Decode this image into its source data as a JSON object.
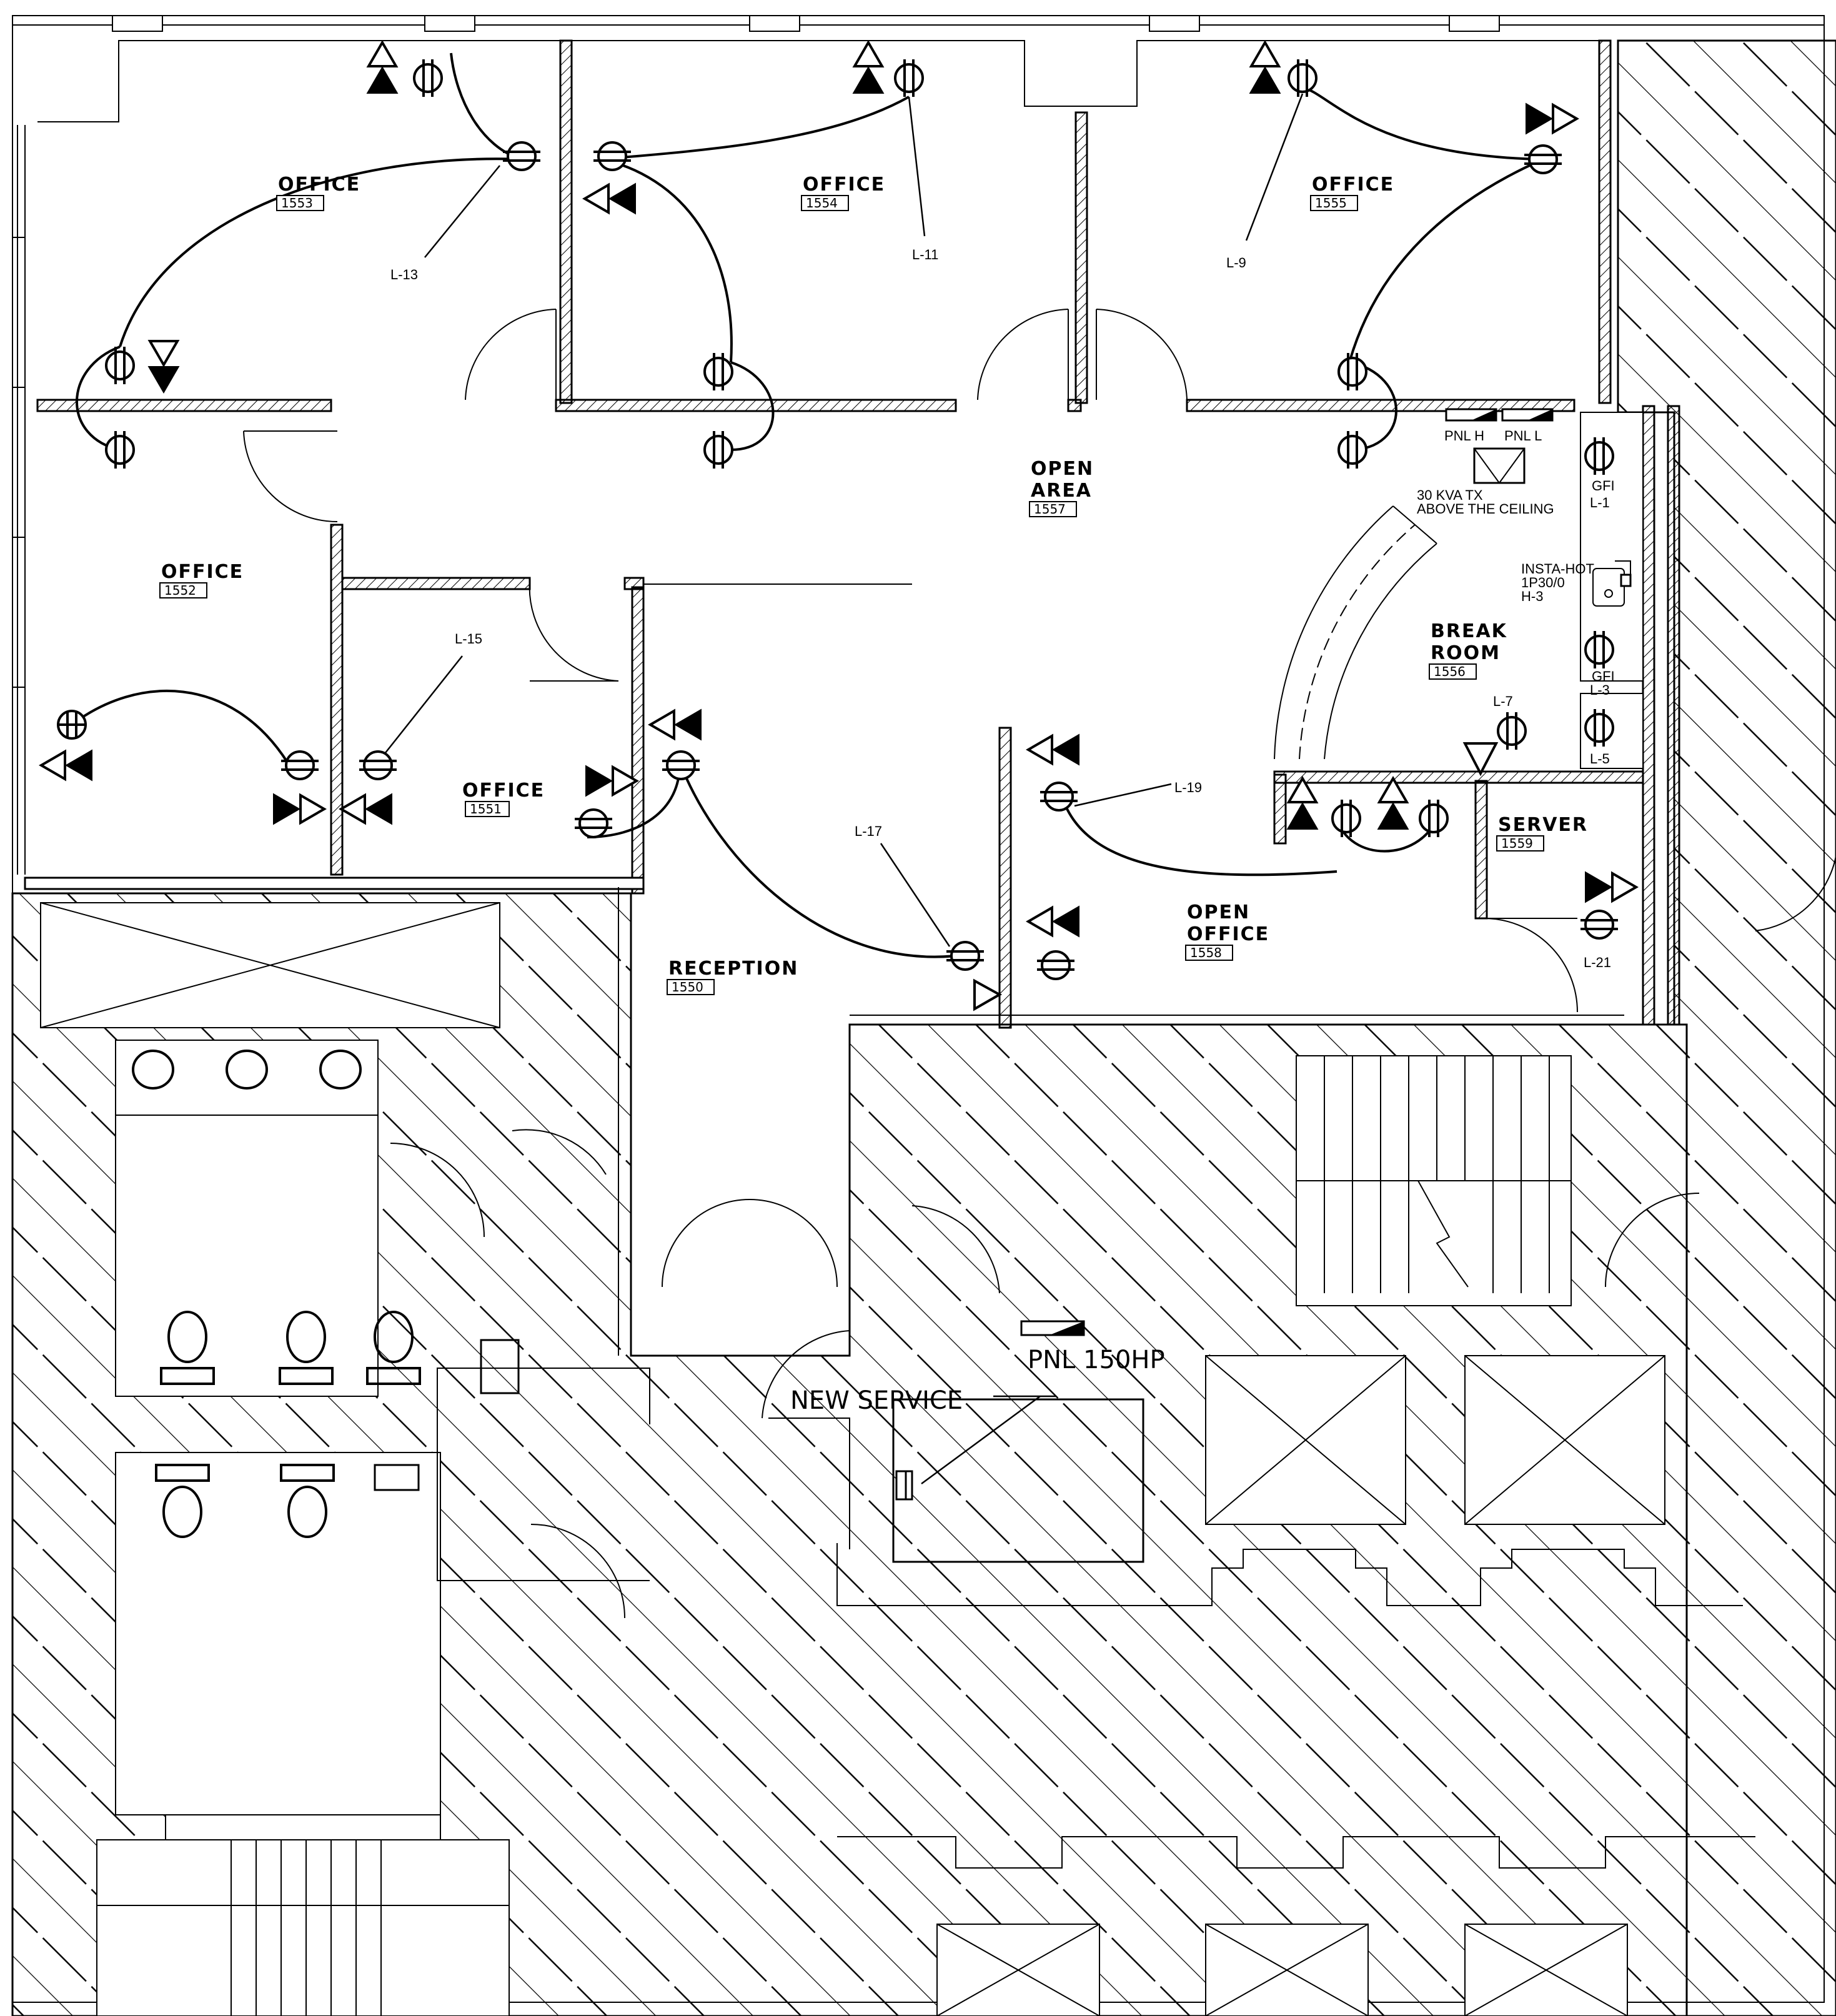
{
  "rooms": [
    {
      "id": "office-1553",
      "name": "OFFICE",
      "number": "1553"
    },
    {
      "id": "office-1554",
      "name": "OFFICE",
      "number": "1554"
    },
    {
      "id": "office-1555",
      "name": "OFFICE",
      "number": "1555"
    },
    {
      "id": "office-1552",
      "name": "OFFICE",
      "number": "1552"
    },
    {
      "id": "office-1551",
      "name": "OFFICE",
      "number": "1551"
    },
    {
      "id": "open-area-1557",
      "name1": "OPEN",
      "name2": "AREA",
      "number": "1557"
    },
    {
      "id": "break-room-1556",
      "name1": "BREAK",
      "name2": "ROOM",
      "number": "1556"
    },
    {
      "id": "server-1559",
      "name": "SERVER",
      "number": "1559"
    },
    {
      "id": "open-office-1558",
      "name1": "OPEN",
      "name2": "OFFICE",
      "number": "1558"
    },
    {
      "id": "reception-1550",
      "name": "RECEPTION",
      "number": "1550"
    }
  ],
  "circuits": [
    "L-13",
    "L-11",
    "L-9",
    "L-15",
    "L-17",
    "L-19",
    "L-7",
    "L-21"
  ],
  "break_room_labels": {
    "gfi1": "GFI",
    "gfi1_circuit": "L-1",
    "gfi2": "GFI",
    "gfi2_circuit": "L-3",
    "circuit5": "L-5",
    "insta_line1": "INSTA-HOT",
    "insta_line2": "1P30/0",
    "insta_line3": "H-3"
  },
  "panels": {
    "pnl_h": "PNL H",
    "pnl_l": "PNL L",
    "tx_line1": "30 KVA TX",
    "tx_line2": "ABOVE THE CEILING",
    "pnl_150hp": "PNL 150HP",
    "new_service": "NEW SERVICE"
  },
  "colors": {
    "line": "#000000",
    "background": "#ffffff"
  }
}
